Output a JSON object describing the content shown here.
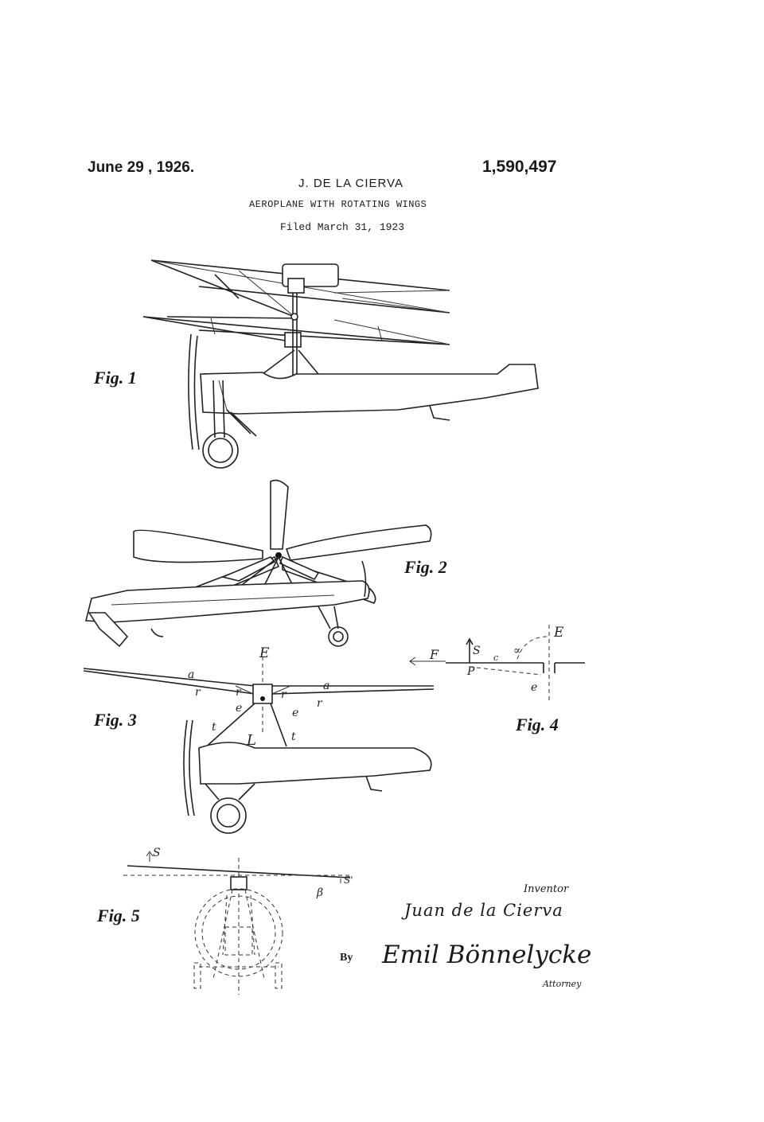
{
  "header": {
    "date": "June 29 , 1926.",
    "patent_number": "1,590,497",
    "inventor_name": "J. DE LA CIERVA",
    "title": "AEROPLANE WITH ROTATING WINGS",
    "filed": "Filed March 31, 1923"
  },
  "figures": {
    "fig1": "Fig. 1",
    "fig2": "Fig. 2",
    "fig3": "Fig. 3",
    "fig4": "Fig. 4",
    "fig5": "Fig. 5"
  },
  "reference_letters": {
    "a": "a",
    "r": "r",
    "e": "e",
    "t": "t",
    "L": "L",
    "E": "E",
    "F": "F",
    "S": "S",
    "c": "c",
    "P": "P",
    "alpha": "∝",
    "s_prime": "S'",
    "beta": "β"
  },
  "signatures": {
    "inventor_label": "Inventor",
    "inventor_signature": "Juan de la Cierva",
    "by": "By",
    "attorney_signature": "Emil Bönnelycke",
    "attorney_label": "Attorney"
  }
}
